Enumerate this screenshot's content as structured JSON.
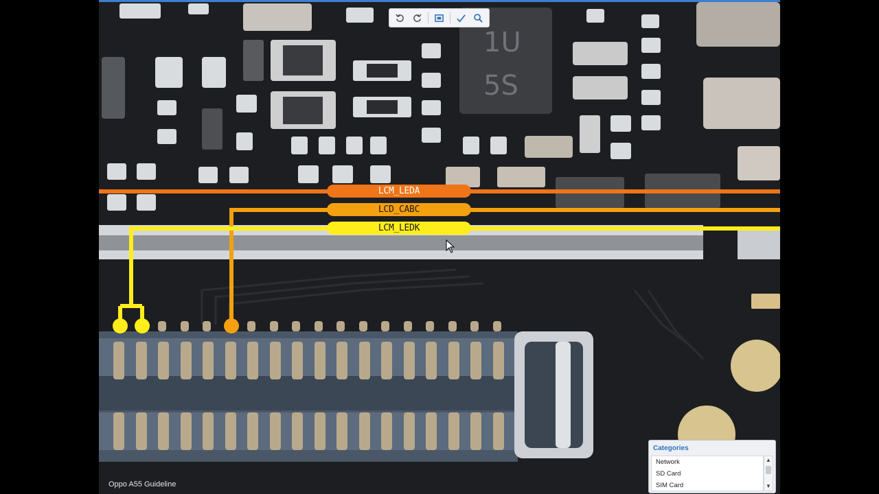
{
  "toolbar": {
    "icons": [
      "rotate-left-icon",
      "rotate-right-icon",
      "fit-screen-icon",
      "measure-tool-icon",
      "search-icon"
    ]
  },
  "nets": [
    {
      "name": "LCM_LEDA",
      "color": "#f07418",
      "text_color": "#ffffff"
    },
    {
      "name": "LCD_CABC",
      "color": "#f5a00f",
      "text_color": "#1a1a1a"
    },
    {
      "name": "LCM_LEDK",
      "color": "#ffee1a",
      "text_color": "#1a1a1a"
    }
  ],
  "board": {
    "silkscreen": [
      "1U",
      "5S"
    ]
  },
  "watermark": "Oppo A55 Guideline",
  "categories": {
    "title": "Categories",
    "items": [
      "Network",
      "SD Card",
      "SIM Card"
    ]
  }
}
